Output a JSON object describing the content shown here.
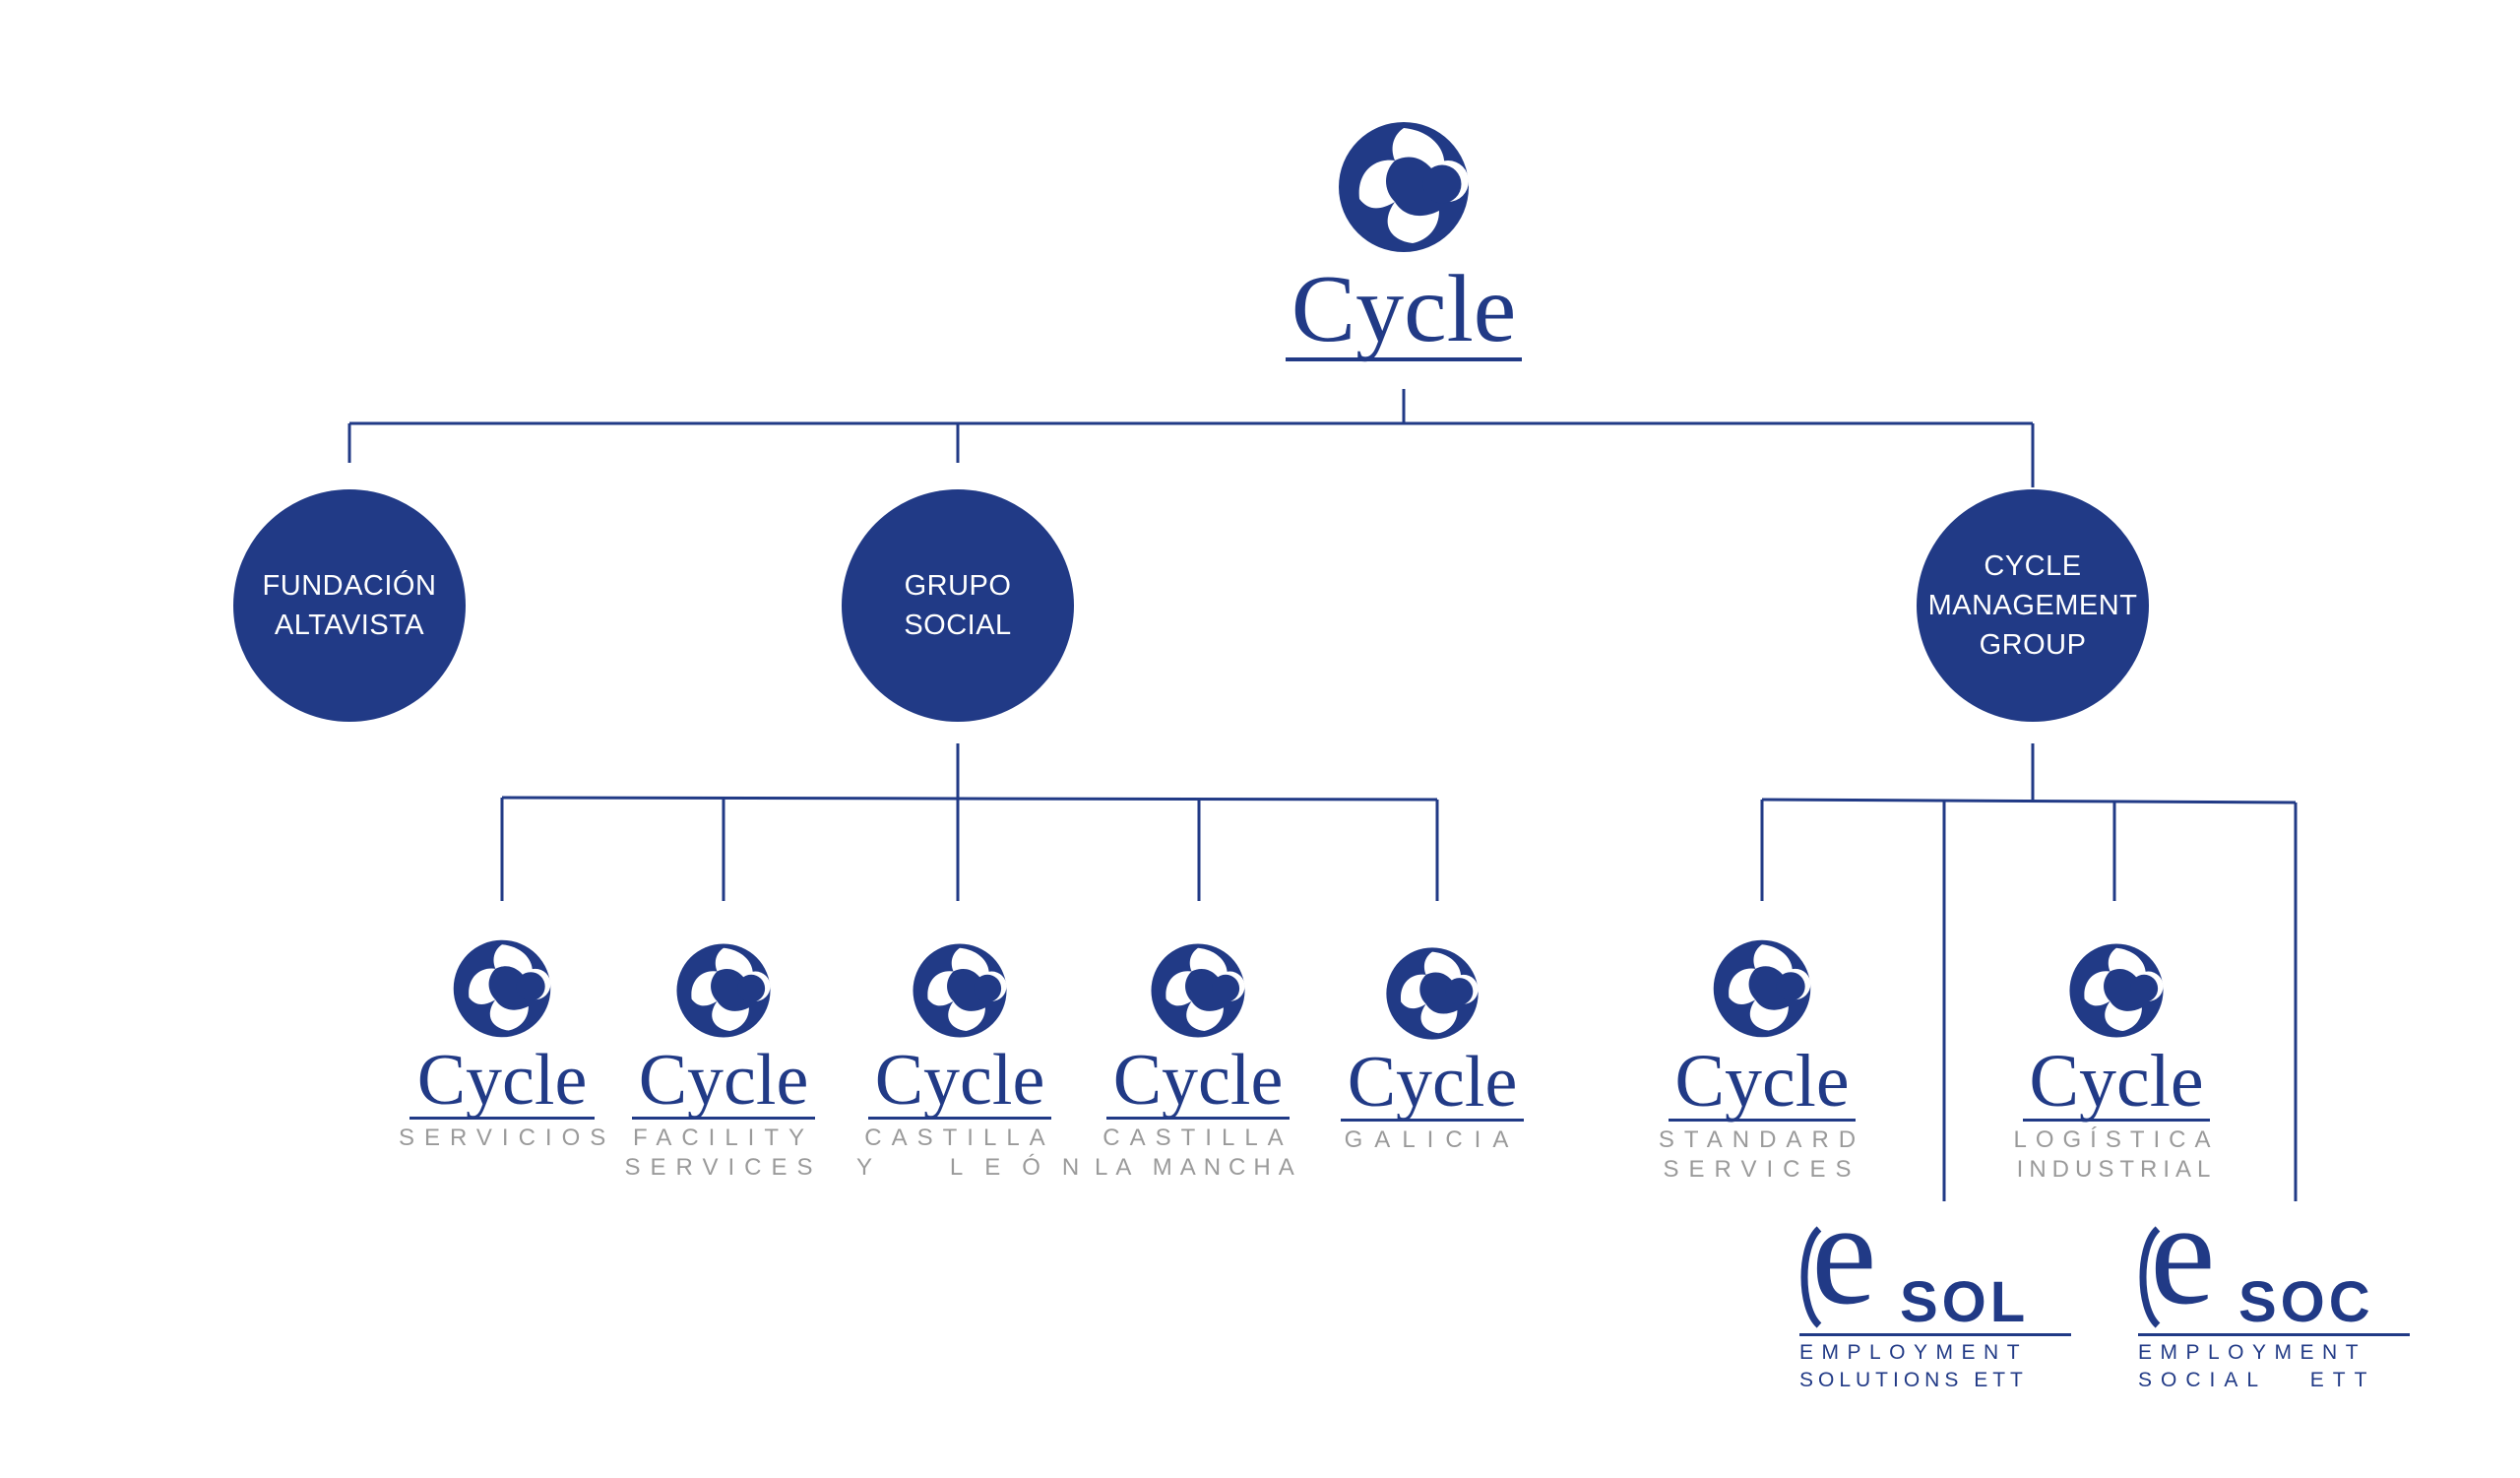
{
  "colors": {
    "brand": "#213a86",
    "connector": "#213a86",
    "subtitle": "#9a9a9a",
    "background": "#ffffff",
    "node_text": "#ffffff"
  },
  "root": {
    "name": "Cycle"
  },
  "level1": [
    {
      "line1": "FUNDACIÓN",
      "line2": "ALTAVISTA",
      "line3": ""
    },
    {
      "line1": "GRUPO",
      "line2": "SOCIAL",
      "line3": ""
    },
    {
      "line1": "CYCLE",
      "line2": "MANAGEMENT",
      "line3": "GROUP"
    }
  ],
  "grupo_social_companies": [
    {
      "name": "Cycle",
      "sub1": "SERVICIOS",
      "sub2": ""
    },
    {
      "name": "Cycle",
      "sub1": "FACILITY",
      "sub2": "SERVICES"
    },
    {
      "name": "Cycle",
      "sub1": "CASTILLA",
      "sub2": "Y  LEÓN"
    },
    {
      "name": "Cycle",
      "sub1": "CASTILLA",
      "sub2": "LA MANCHA"
    },
    {
      "name": "Cycle",
      "sub1": "GALICIA",
      "sub2": ""
    }
  ],
  "management_companies": [
    {
      "name": "Cycle",
      "sub1": "STANDARD",
      "sub2": "SERVICES"
    },
    {
      "name": "Cycle",
      "sub1": "LOGÍSTICA",
      "sub2": "INDUSTRIAL"
    }
  ],
  "e_companies": [
    {
      "letter": "e",
      "rest": "SOL",
      "sub1": "EMPLOYMENT",
      "sub2": "SOLUTIONS ETT"
    },
    {
      "letter": "e",
      "rest": "SOC",
      "sub1": "EMPLOYMENT",
      "sub2": "SOCIAL   ETT"
    }
  ],
  "icons": [
    "cycle-swirl-icon"
  ]
}
